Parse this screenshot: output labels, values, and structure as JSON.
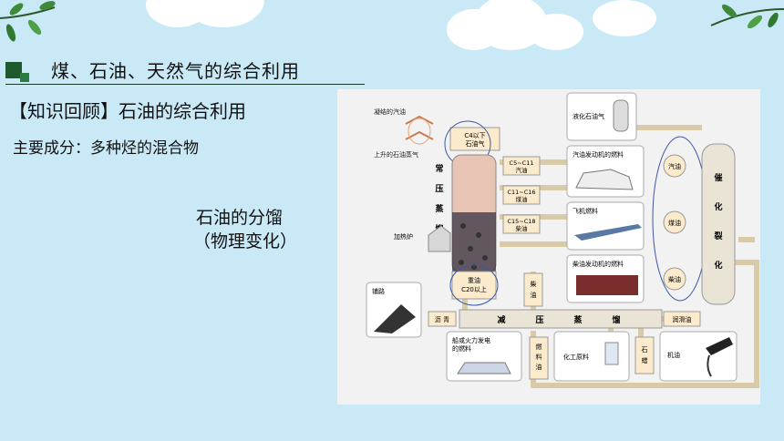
{
  "slide": {
    "title": "煤、石油、天然气的综合利用",
    "subtitle": "【知识回顾】石油的综合利用",
    "main_component": "主要成分：多种烃的混合物",
    "note_line1": "石油的分馏",
    "note_line2": "（物理变化）"
  },
  "diagram": {
    "condensed_oil": "凝结的汽油",
    "rising_vapor": "上升的石油蒸气",
    "furnace": "加热炉",
    "tower": [
      "常",
      "压",
      "蒸",
      "馏"
    ],
    "c4_line1": "C4以下",
    "c4_line2": "石油气",
    "c5_line1": "C5~C11",
    "c5_line2": "汽油",
    "c11_line1": "C11~C16",
    "c11_line2": "煤油",
    "c15_line1": "C15~C18",
    "c15_line2": "柴油",
    "heavy_line1": "重油",
    "heavy_line2": "C20以上",
    "lpg": "液化石油气",
    "car_fuel": "汽油发动机的燃料",
    "plane_fuel": "飞机燃料",
    "train_fuel": "柴油发动机的燃料",
    "gasoline": "汽油",
    "kerosene": "煤油",
    "diesel": "柴油",
    "cracking": [
      "催",
      "化",
      "裂",
      "化"
    ],
    "road": "铺路",
    "asphalt": "沥 青",
    "vacuum": [
      "减",
      "压",
      "蒸",
      "馏"
    ],
    "vdiesel": [
      "柴",
      "油"
    ],
    "lube": "润滑油",
    "ship_line1": "船或火力发电",
    "ship_line2": "的燃料",
    "fuel_oil": [
      "燃",
      "料",
      "油"
    ],
    "chem": "化工原料",
    "wax": [
      "石",
      "蜡"
    ],
    "engine_oil": "机油"
  }
}
